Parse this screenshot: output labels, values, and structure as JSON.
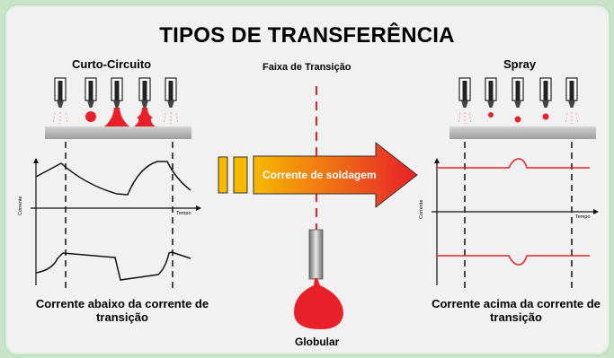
{
  "title": "TIPOS DE TRANSFERÊNCIA",
  "left": {
    "heading": "Curto-Circuito",
    "caption": "Corrente abaixo da corrente de transição",
    "y_axis_label": "Corrente",
    "x_axis_label": "Tempo"
  },
  "center": {
    "heading": "Faixa de Transição",
    "arrow_label": "Corrente de soldagem",
    "bottom_label": "Globular"
  },
  "right": {
    "heading": "Spray",
    "caption": "Corrente acima da corrente de transição",
    "y_axis_label": "Corrente",
    "x_axis_label": "Tempo"
  },
  "colors": {
    "background": "#c9e3c9",
    "panel": "#f1f1f1",
    "droplet_red": "#e8202a",
    "curve_red": "#e8202a",
    "arrow_start": "#f6b800",
    "arrow_end": "#e8202a",
    "plate": "#b5b5b5"
  }
}
